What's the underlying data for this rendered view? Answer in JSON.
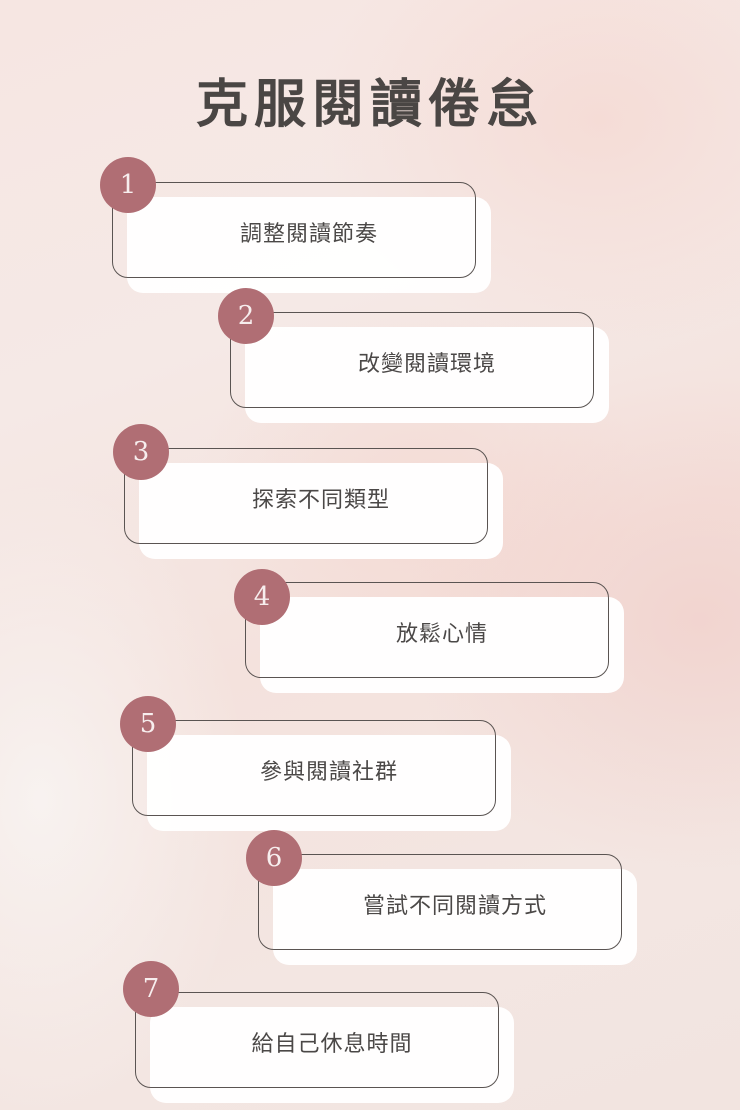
{
  "title": "克服閱讀倦怠",
  "colors": {
    "badge": "#b06e74",
    "badge_text": "#f7eeee",
    "text": "#4b4847",
    "outline": "#5a5452",
    "card_fill": "#ffffff",
    "background": "#f5e6e2"
  },
  "steps": [
    {
      "number": "1",
      "label": "調整閱讀節奏"
    },
    {
      "number": "2",
      "label": "改變閱讀環境"
    },
    {
      "number": "3",
      "label": "探索不同類型"
    },
    {
      "number": "4",
      "label": "放鬆心情"
    },
    {
      "number": "5",
      "label": "參與閱讀社群"
    },
    {
      "number": "6",
      "label": "嘗試不同閱讀方式"
    },
    {
      "number": "7",
      "label": "給自己休息時間"
    }
  ]
}
